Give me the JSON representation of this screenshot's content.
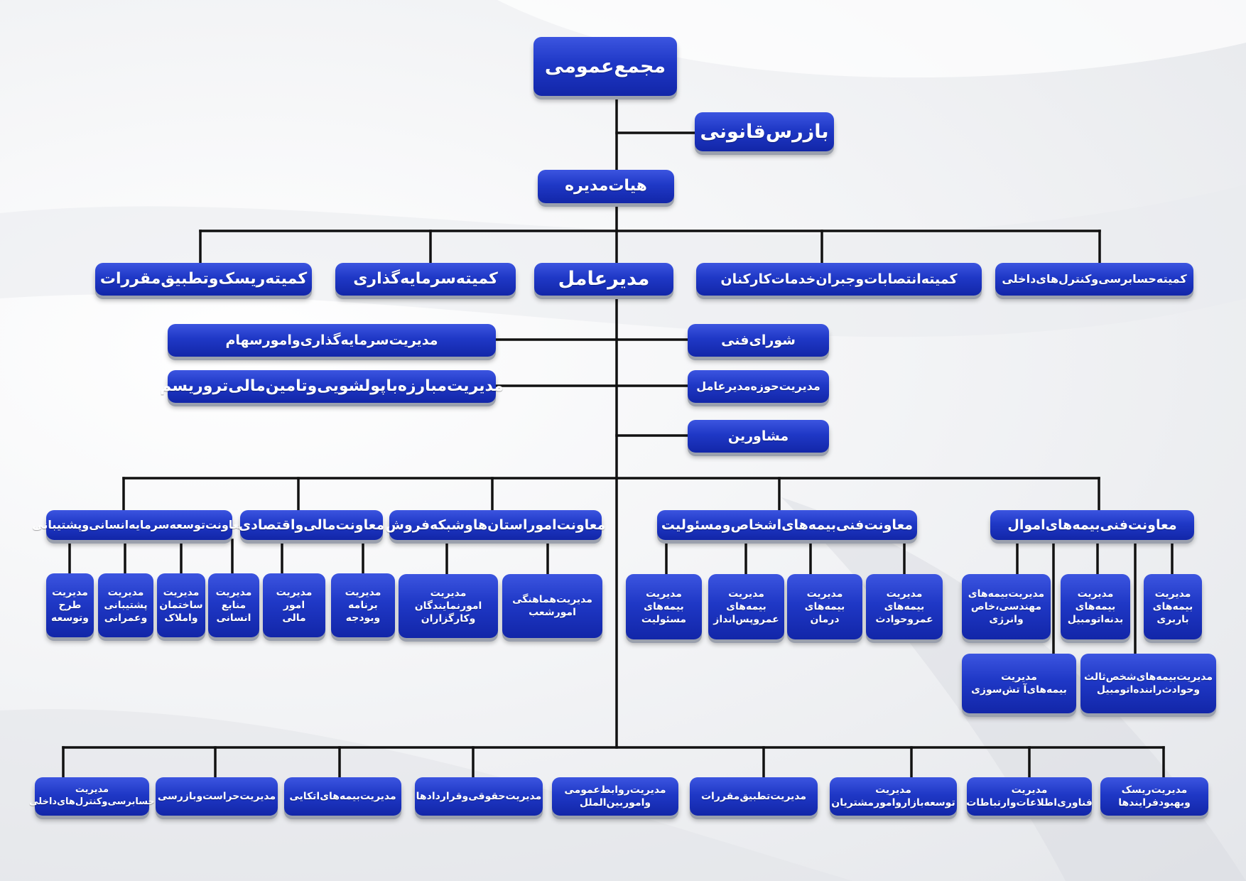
{
  "chart": {
    "top": {
      "general_assembly": "مجمع‌عمومی",
      "legal_inspector": "بازرس‌قانونی",
      "board": "هیات‌مدیره"
    },
    "committees": {
      "risk": "کمیته‌ریسک‌وتطبیق‌مقررات",
      "investment": "کمیته‌سرمایه‌گذاری",
      "ceo": "مدیرعامل",
      "appointments": "کمیته‌انتصابات‌وجبران‌خدمات‌کارکنان",
      "audit": "کمیته‌حسابرسی‌وکنترل‌های‌داخلی"
    },
    "ceo_staff": {
      "investment_mgmt": "مدیریت‌سرمایه‌گذاری‌وامورسهام",
      "aml_mgmt": "مدیریت‌مبارزه‌باپولشویی‌وتامین‌مالی‌تروریسم",
      "technical_council": "شورای‌فنی",
      "ceo_office": "مدیریت‌حوزه‌مدیرعامل",
      "advisors": "مشاورین"
    },
    "deputies": {
      "hr": "معاونت‌توسعه‌سرمایه‌انسانی‌وپشتیبانی",
      "finance": "معاونت‌مالی‌واقتصادی",
      "sales": "معاونت‌اموراستان‌هاوشبکه‌فروش",
      "life": "معاونت‌فنی‌بیمه‌های‌اشخاص‌ومسئولیت",
      "property": "معاونت‌فنی‌بیمه‌های‌اموال"
    },
    "hr_units": {
      "planning": "مدیریت\nطرح\nوتوسعه",
      "support": "مدیریت\nپشتیبانی\nوعمرانی",
      "buildings": "مدیریت\nساختمان\nواملاک",
      "human": "مدیریت\nمنابع\nانسانی"
    },
    "finance_units": {
      "financial": "مدیریت\nامور\nمالی",
      "budget": "مدیریت\nبرنامه\nوبودجه"
    },
    "sales_units": {
      "agents": "مدیریت\nامورنمایندگان\nوکارگزاران",
      "branches": "مدیریت‌هماهنگی\nامورشعب"
    },
    "life_units": {
      "liability": "مدیریت\nبیمه‌های\nمسئولیت",
      "savings": "مدیریت\nبیمه‌های\nعمرو‌پس‌انداز",
      "health": "مدیریت\nبیمه‌های\nدرمان",
      "accident": "مدیریت\nبیمه‌های\nعمروحوادث"
    },
    "property_units": {
      "engineering": "مدیریت‌بیمه‌های\nمهندسی،خاص\nوانرژی",
      "auto_body": "مدیریت\nبیمه‌های\nبدنه‌اتومبیل",
      "cargo": "مدیریت\nبیمه‌های\nباربری",
      "fire": "مدیریت\nبیمه‌های‌آ تش‌سوزی",
      "third_party": "مدیریت‌بیمه‌های‌شخص‌ثالث\nوحوادث‌راننده‌اتومبیل"
    },
    "bottom_units": {
      "internal_audit": "مدیریت\nحسابرسی‌وکنترل‌های‌داخلی",
      "security": "مدیریت‌حراست‌وبازرسی",
      "reinsurance": "مدیریت‌بیمه‌های‌اتکایی",
      "legal": "مدیریت‌حقوقی‌وقراردادها",
      "pr": "مدیریت‌روابط‌عمومی\nوامور‌بین‌الملل",
      "compliance": "مدیریت‌تطبیق‌مقررات",
      "marketing": "مدیریت\nتوسعه‌بازاروامورمشتریان",
      "it": "مدیریت\nفناوری‌اطلاعات‌وارتباطات",
      "risk_mgmt": "مدیریت‌ریسک\nوبهبودفرایندها"
    }
  }
}
